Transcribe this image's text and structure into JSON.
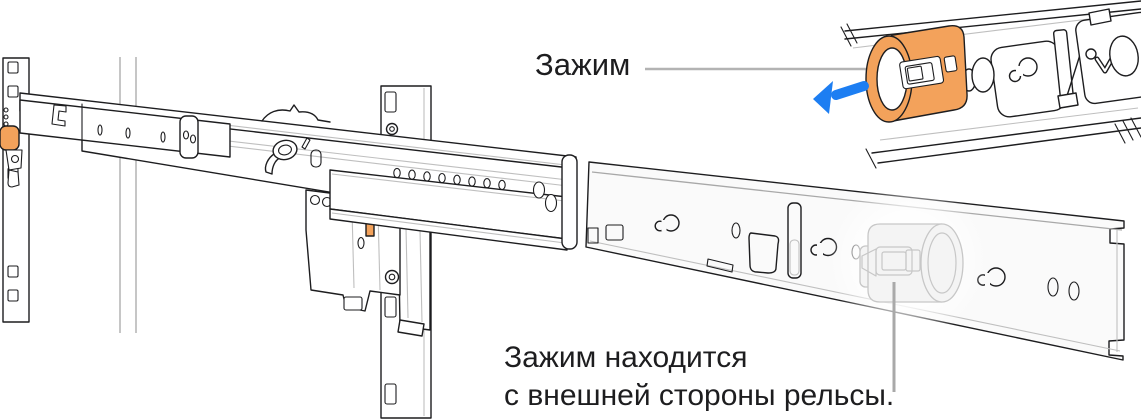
{
  "illustration": {
    "top_callout": {
      "label": "Зажим"
    },
    "bottom_caption": {
      "line1": "Зажим находится",
      "line2": "с внешней стороны рельсы."
    }
  },
  "colors": {
    "clamp_orange": "#f3a25b",
    "arrow_blue": "#1d7ef2",
    "outline_dark": "#1d1d1f",
    "callout_gray": "#a9a9a9",
    "ghost_gray": "#c7c7c7"
  }
}
